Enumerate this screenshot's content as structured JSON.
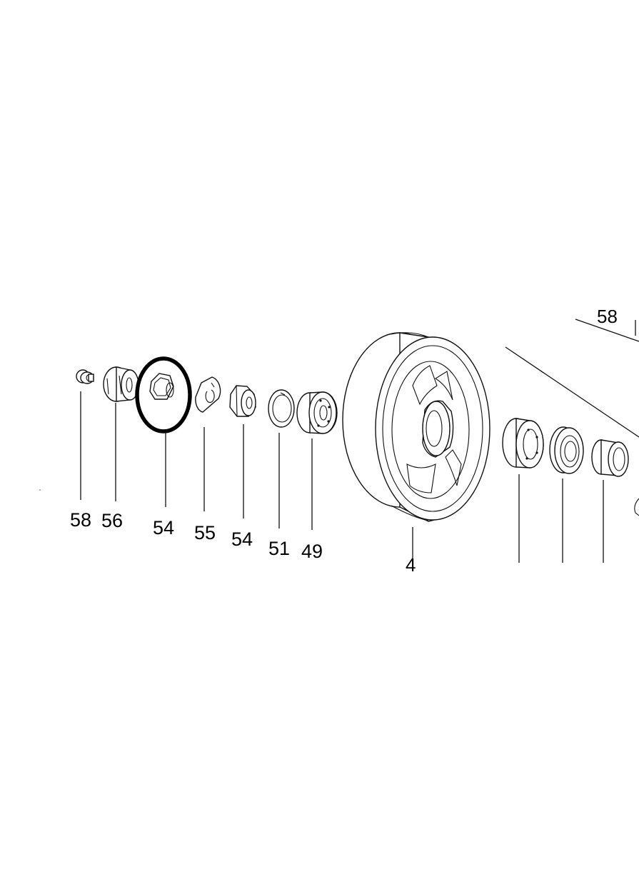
{
  "diagram": {
    "callouts": [
      {
        "id": "part-58",
        "label": "58"
      },
      {
        "id": "part-56",
        "label": "56"
      },
      {
        "id": "part-54-highlighted",
        "label": "54"
      },
      {
        "id": "part-55",
        "label": "55"
      },
      {
        "id": "part-54",
        "label": "54"
      },
      {
        "id": "part-51",
        "label": "51"
      },
      {
        "id": "part-49",
        "label": "49"
      }
    ],
    "cropped_label": "58",
    "highlight_color": "#000000"
  }
}
